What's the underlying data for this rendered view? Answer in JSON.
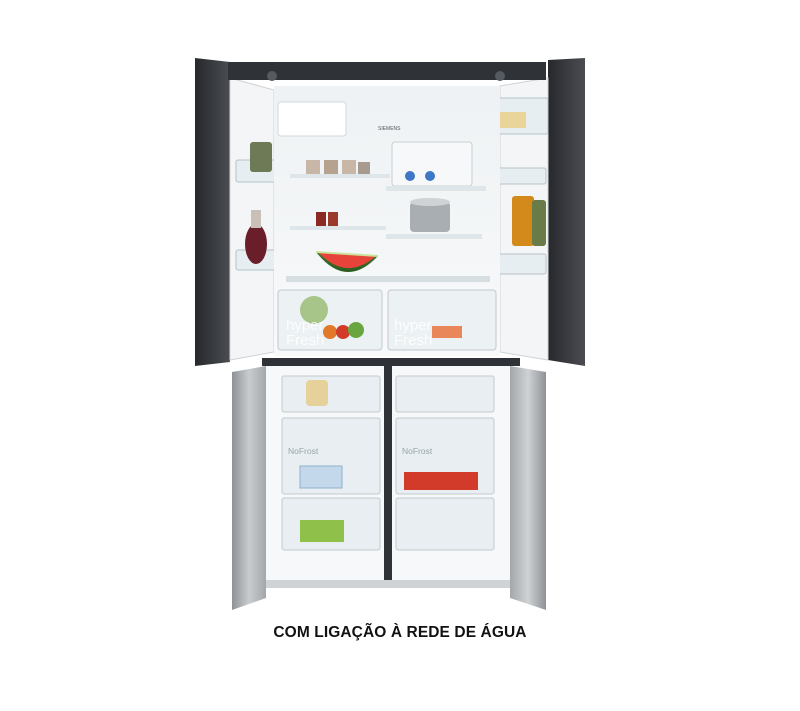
{
  "caption": "COM LIGAÇÃO À REDE DE ÁGUA",
  "brand_logo": "SIEMENS",
  "fresh_drawer_logo": [
    "hyper",
    "Fresh"
  ],
  "freezer_logo": "NoFrost",
  "colors": {
    "steel": "#b8bcbf",
    "steel_dark": "#3a3d42",
    "interior": "#f3f5f6",
    "shelf": "#dfe6ea",
    "text": "#111111"
  }
}
